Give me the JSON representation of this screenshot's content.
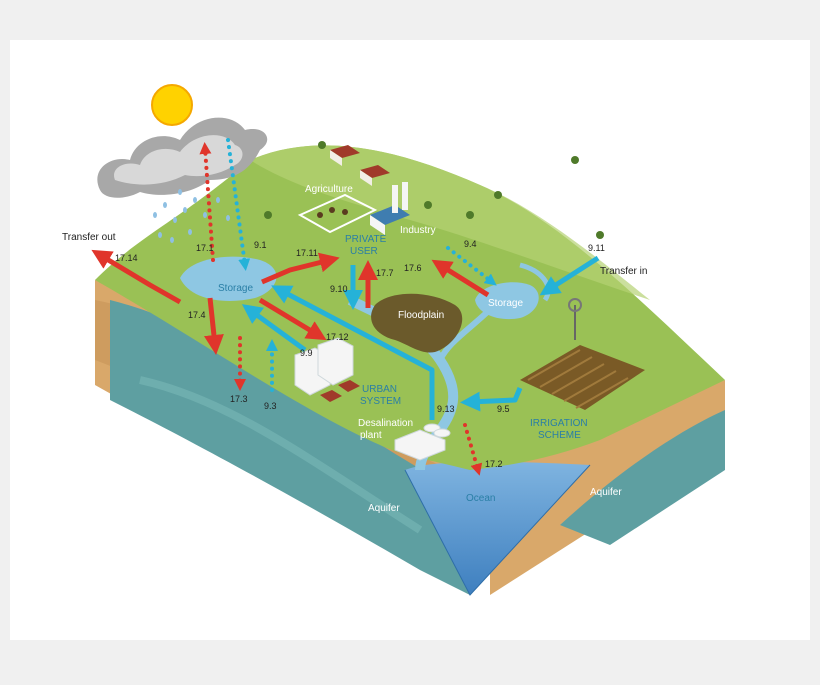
{
  "labels": {
    "transfer_out": "Transfer out",
    "transfer_in": "Transfer in",
    "agriculture": "Agriculture",
    "industry": "Industry",
    "private_user_1": "PRIVATE",
    "private_user_2": "USER",
    "storage_left": "Storage",
    "storage_right": "Storage",
    "floodplain": "Floodplain",
    "urban_1": "URBAN",
    "urban_2": "SYSTEM",
    "desal_1": "Desalination",
    "desal_2": "plant",
    "irrigation_1": "IRRIGATION",
    "irrigation_2": "SCHEME",
    "ocean": "Ocean",
    "aquifer_left": "Aquifer",
    "aquifer_right": "Aquifer"
  },
  "flow_codes": {
    "f17_14": "17.14",
    "f17_1": "17.1",
    "f9_1": "9.1",
    "f17_11": "17.11",
    "f9_10": "9.10",
    "f17_7": "17.7",
    "f17_6": "17.6",
    "f9_4": "9.4",
    "f9_11": "9.11",
    "f17_4": "17.4",
    "f17_3": "17.3",
    "f9_3": "9.3",
    "f9_9": "9.9",
    "f17_12": "17.12",
    "f9_13": "9.13",
    "f9_5": "9.5",
    "f17_2": "17.2"
  },
  "colors": {
    "red_flow": "#e0352b",
    "blue_flow": "#25b2d8",
    "land": "#9ac155",
    "soil": "#d9a86a",
    "water": "#5aa0c8",
    "label_blue": "#2a7fa6",
    "label_white": "#ffffff",
    "label_dark": "#222222"
  }
}
